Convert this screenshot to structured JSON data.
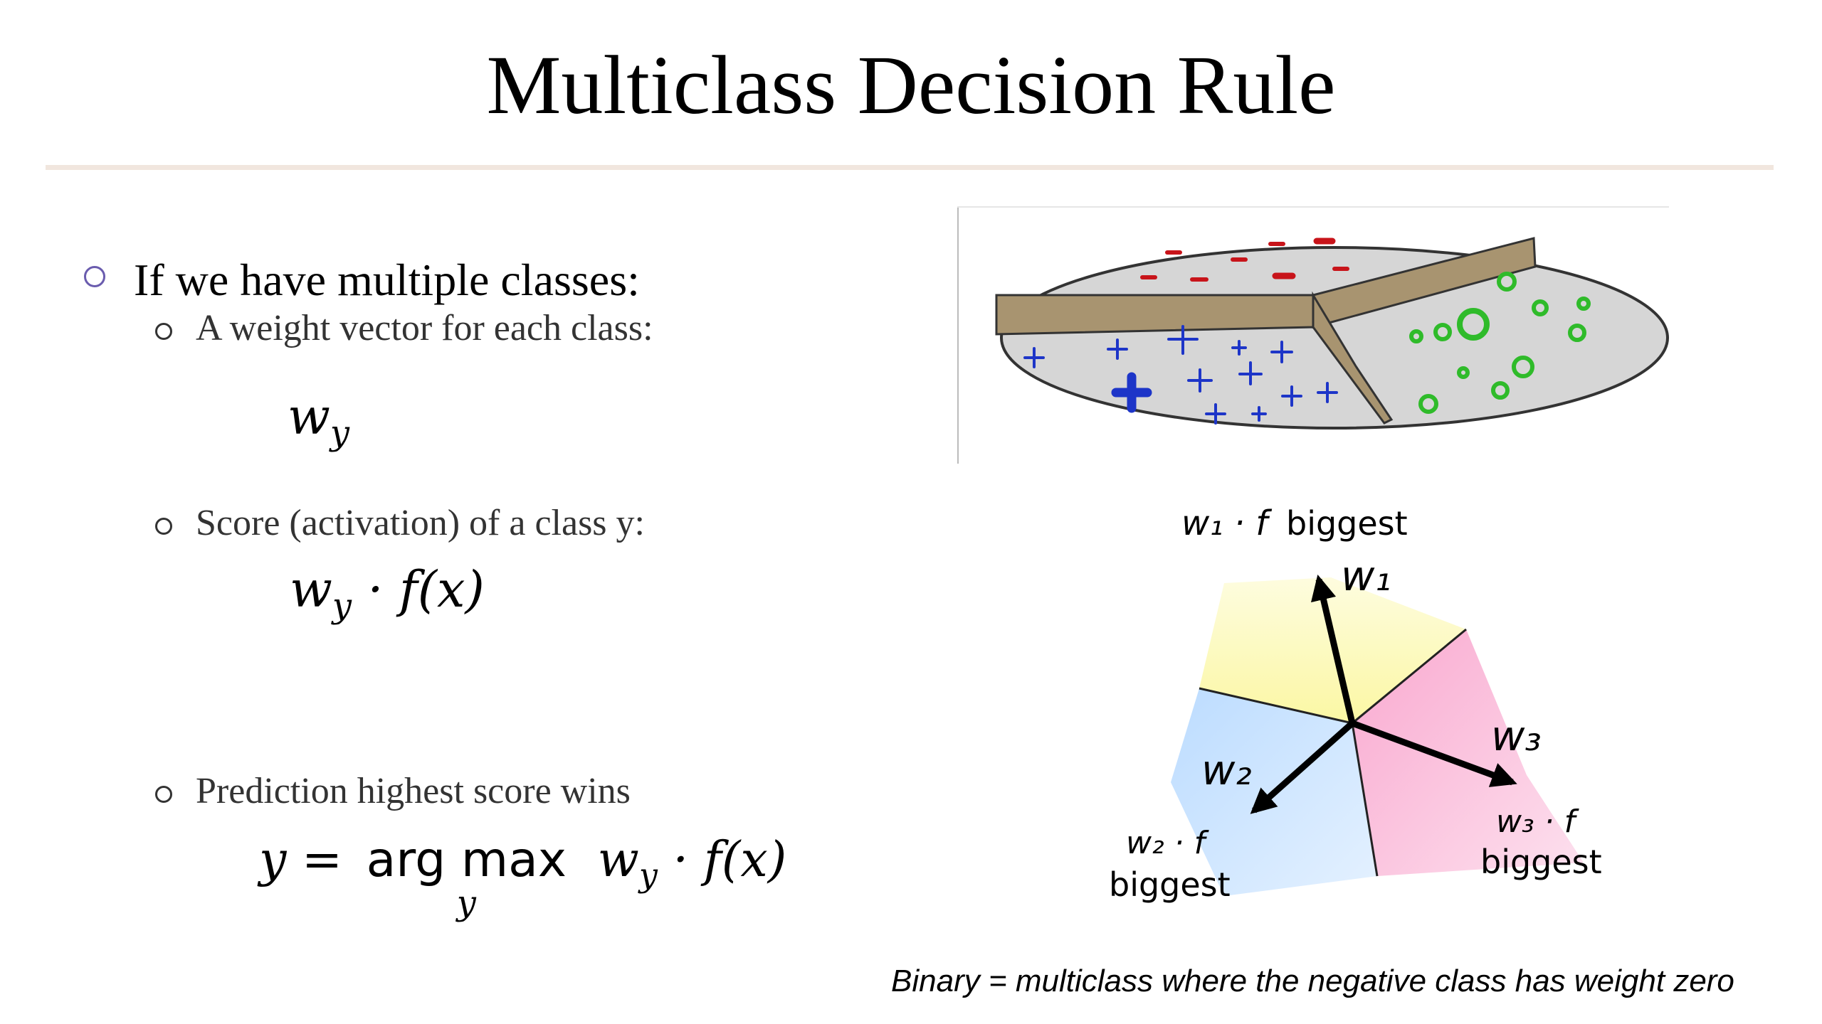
{
  "slide": {
    "title": "Multiclass Decision Rule",
    "bullets": {
      "main": "If we have multiple classes:",
      "weight": "A weight vector for each class:",
      "score": "Score (activation) of a class y:",
      "prediction": "Prediction highest score wins"
    },
    "formulas": {
      "wy_w": "w",
      "wy_y": "y",
      "score_f": "· f(x)",
      "pred_lhs": "y =",
      "pred_op": "arg max",
      "pred_sub": "y",
      "pred_rhs": "· f(x)"
    },
    "caption": "Binary = multiclass where the negative class has weight zero"
  },
  "diagram": {
    "top_label_math": "w₁ · f",
    "top_label_word": "biggest",
    "left_label_math": "w₂ · f",
    "left_label_word": "biggest",
    "right_label_math": "w₃ · f",
    "right_label_word": "biggest",
    "vec1": "w₁",
    "vec2": "w₂",
    "vec3": "w₃",
    "colors": {
      "yellow": "#fbf7a3",
      "blue": "#bcdcff",
      "pink": "#f9a8cf",
      "plus": "#1d35c8",
      "minus": "#c8141a",
      "circle": "#2fbb2a",
      "wall": "#a89470",
      "disk": "#d6d6d6"
    }
  }
}
